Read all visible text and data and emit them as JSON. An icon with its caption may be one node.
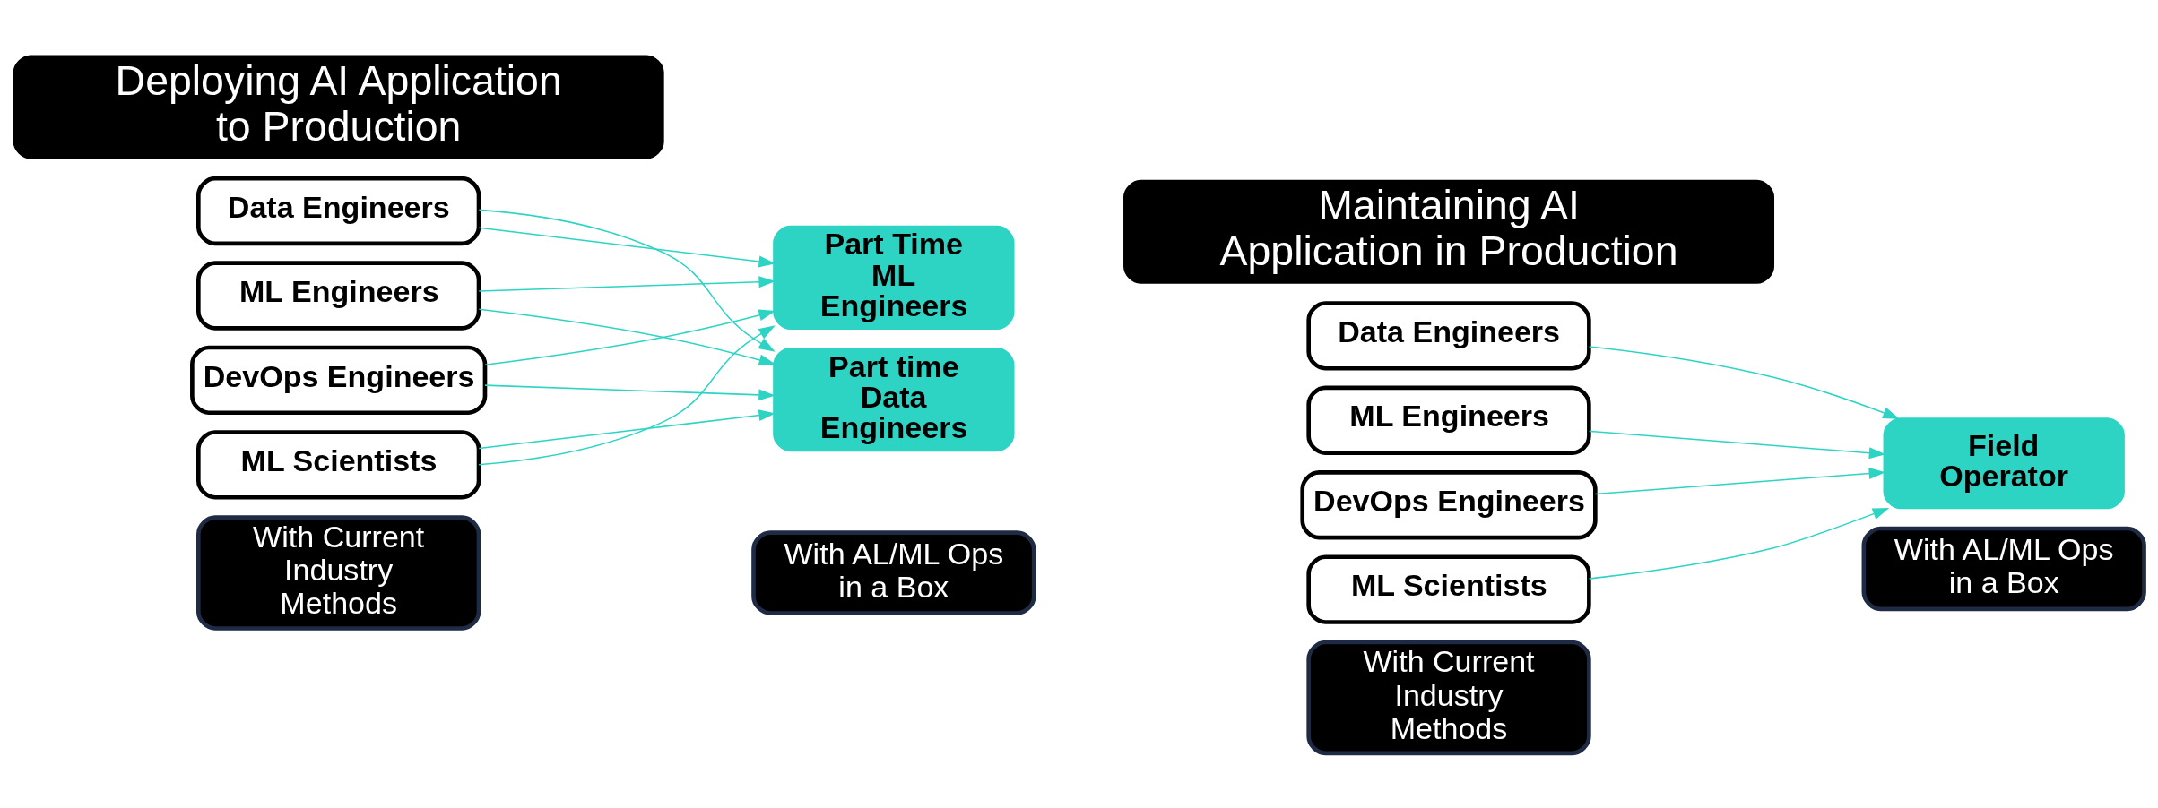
{
  "diagram": {
    "nodes": [
      {
        "text": [
          "Deploying AI Application to Production"
        ]
      },
      {
        "text": [
          "Maintaining AI Application in Production"
        ]
      },
      {
        "text": [
          "Data Engineers"
        ]
      },
      {
        "text": [
          "ML Engineers"
        ]
      },
      {
        "text": [
          "DevOps Engineers"
        ]
      },
      {
        "text": [
          "ML Scientists"
        ]
      },
      {
        "text": [
          "Part Time ML Engineers"
        ]
      },
      {
        "text": [
          "Part time Data Engineers"
        ]
      },
      {
        "text": [
          "Data Engineers"
        ]
      },
      {
        "text": [
          "ML Engineers"
        ]
      },
      {
        "text": [
          "DevOps Engineers"
        ]
      },
      {
        "text": [
          "ML Scientists"
        ]
      },
      {
        "text": [
          "Field Operator"
        ]
      },
      {
        "text": [
          "With Current Industry Methods"
        ]
      },
      {
        "text": [
          "With AL/ML Ops in a Box"
        ]
      },
      {
        "text": [
          "With Current Industry Methods"
        ]
      },
      {
        "text": [
          "With AL/ML Ops in a Box"
        ]
      }
    ],
    "edges": [
      {
        "from": 2,
        "to": 6,
        "arrow": "to"
      },
      {
        "from": 3,
        "to": 6,
        "arrow": "to"
      },
      {
        "from": 4,
        "to": 6,
        "arrow": "to"
      },
      {
        "from": 5,
        "to": 6,
        "arrow": "to"
      },
      {
        "from": 2,
        "to": 7,
        "arrow": "to"
      },
      {
        "from": 3,
        "to": 7,
        "arrow": "to"
      },
      {
        "from": 4,
        "to": 7,
        "arrow": "to"
      },
      {
        "from": 5,
        "to": 7,
        "arrow": "to"
      },
      {
        "from": 8,
        "to": 12,
        "arrow": "to"
      },
      {
        "from": 9,
        "to": 12,
        "arrow": "to"
      },
      {
        "from": 10,
        "to": 12,
        "arrow": "to"
      },
      {
        "from": 11,
        "to": 12,
        "arrow": "to"
      }
    ]
  }
}
